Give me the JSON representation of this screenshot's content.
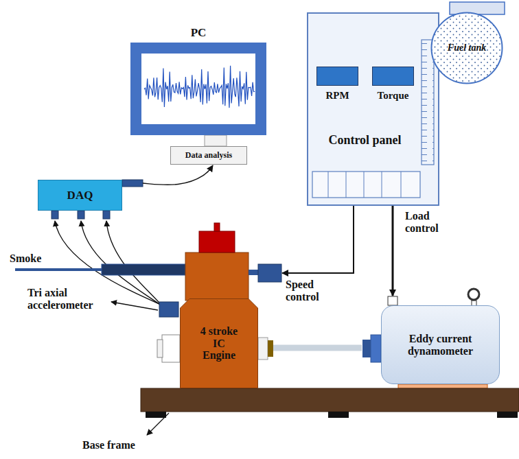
{
  "diagram": {
    "nodes": [
      {
        "text": [
          "PC"
        ]
      },
      {
        "text": [
          "Data analysis"
        ]
      },
      {
        "text": [
          "DAQ"
        ]
      },
      {
        "text": [
          "Control panel"
        ]
      },
      {
        "text": [
          "RPM"
        ],
        "in": 3
      },
      {
        "text": [
          "Torque"
        ],
        "in": 3
      },
      {
        "text": [
          "Fuel tank"
        ]
      },
      {
        "text": [
          "4 stroke IC Engine"
        ]
      },
      {
        "text": [
          "Eddy current dynamometer"
        ]
      }
    ],
    "edges": [
      {
        "from": 2,
        "to": 1,
        "arrow": "to"
      },
      {
        "from": 3,
        "to": 7,
        "label": "Speed control",
        "arrow": "to"
      },
      {
        "from": 3,
        "to": 8,
        "label": "Load control",
        "arrow": "to"
      },
      {
        "from": 7,
        "to": 8,
        "arrow": "none"
      }
    ],
    "labels": [
      "Smoke",
      "Tri axial accelerometer",
      "Base frame"
    ]
  }
}
